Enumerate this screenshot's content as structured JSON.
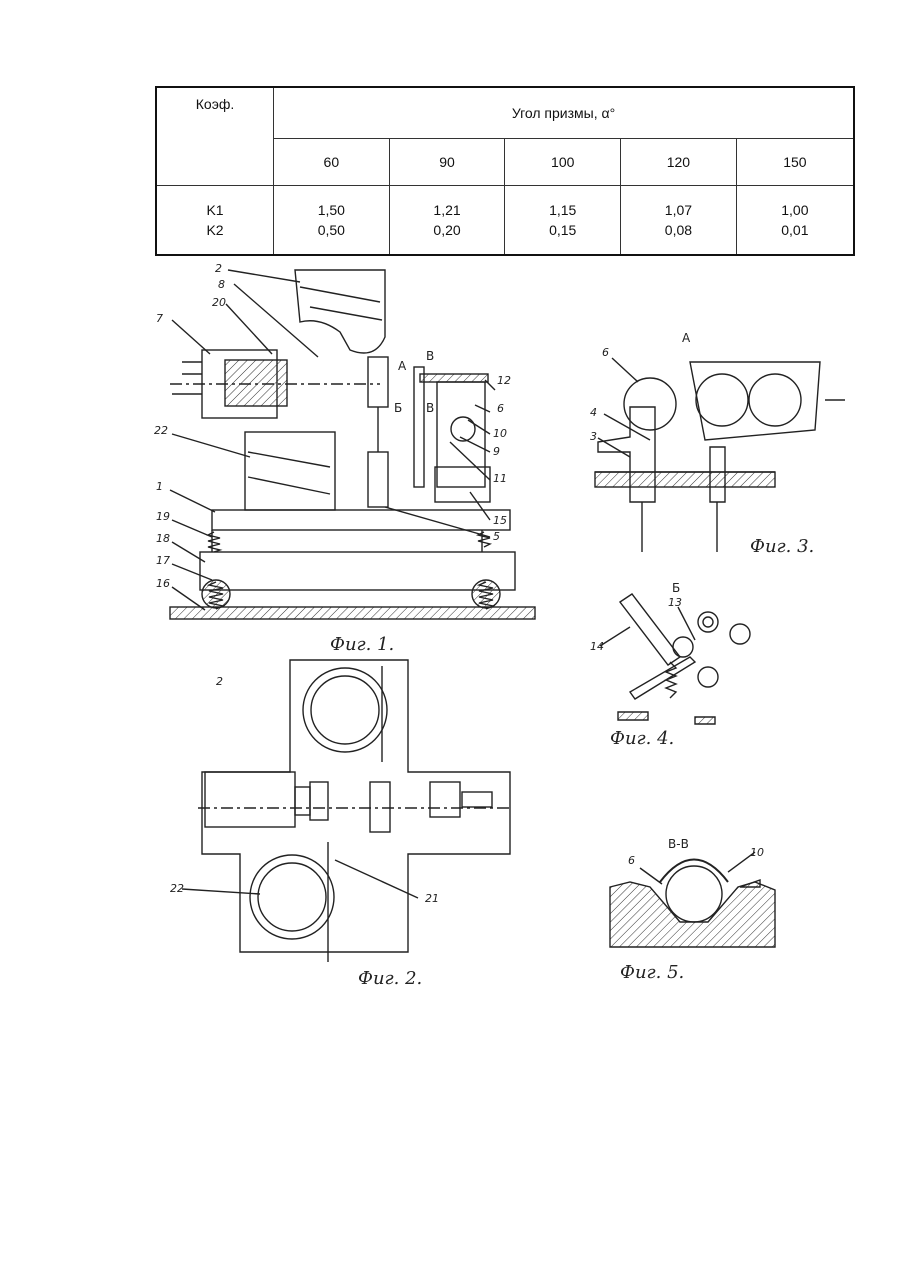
{
  "table": {
    "coef_header": "Коэф.",
    "angle_header": "Угол призмы, α°",
    "angles": [
      "60",
      "90",
      "100",
      "120",
      "150"
    ],
    "rows": [
      {
        "label": "K1",
        "values": [
          "1,50",
          "1,21",
          "1,15",
          "1,07",
          "1,00"
        ]
      },
      {
        "label": "K2",
        "values": [
          "0,50",
          "0,20",
          "0,15",
          "0,08",
          "0,01"
        ]
      }
    ]
  },
  "figures": {
    "fig1": {
      "caption": "Фиг. 1.",
      "labels": [
        "2",
        "8",
        "20",
        "7",
        "22",
        "1",
        "19",
        "18",
        "17",
        "16",
        "12",
        "6",
        "10",
        "9",
        "11",
        "15",
        "5"
      ],
      "section_marks": [
        "A",
        "Б",
        "В",
        "В"
      ]
    },
    "fig2": {
      "caption": "Фиг. 2.",
      "labels": [
        "2",
        "22",
        "21"
      ]
    },
    "fig3": {
      "caption": "Фиг. 3.",
      "view_label": "А",
      "labels": [
        "6",
        "4",
        "3"
      ]
    },
    "fig4": {
      "caption": "Фиг. 4.",
      "view_label": "Б",
      "labels": [
        "13",
        "14"
      ]
    },
    "fig5": {
      "caption": "Фиг. 5.",
      "view_label": "В-В",
      "labels": [
        "6",
        "10"
      ]
    }
  }
}
